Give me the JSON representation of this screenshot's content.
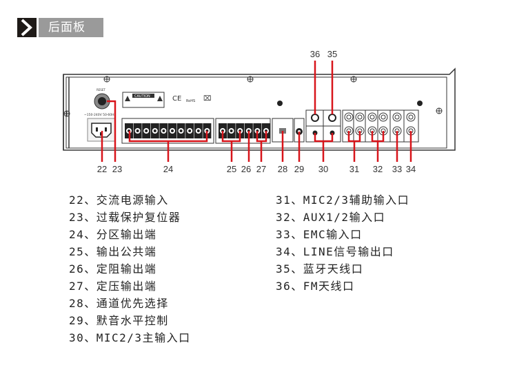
{
  "header": {
    "title": "后面板",
    "icon": "chevron-right-icon"
  },
  "panel": {
    "reset_label": "RESET",
    "power_label": "~150-240V 50-60Hz",
    "caution_label": "CAUTION",
    "marks": [
      "CE",
      "RoHS",
      "WEEE"
    ],
    "callouts_bottom": [
      "22",
      "23",
      "24",
      "25",
      "26",
      "27",
      "28",
      "29",
      "30",
      "31",
      "32",
      "33",
      "34"
    ],
    "callouts_top": [
      "36",
      "35"
    ]
  },
  "legend": {
    "left": [
      "22、交流电源输入",
      "23、过载保护复位器",
      "24、分区输出端",
      "25、输出公共端",
      "26、定阻输出端",
      "27、定压输出端",
      "28、通道优先选择",
      "29、默音水平控制",
      "30、MIC2/3主输入口"
    ],
    "right": [
      "31、MIC2/3辅助输入口",
      "32、AUX1/2输入口",
      "33、EMC输入口",
      "34、LINE信号输出口",
      "35、蓝牙天线口",
      "36、FM天线口"
    ]
  },
  "colors": {
    "callout": "#d8141a",
    "header_dark": "#1e1a17",
    "header_gray": "#9a9a9a"
  }
}
